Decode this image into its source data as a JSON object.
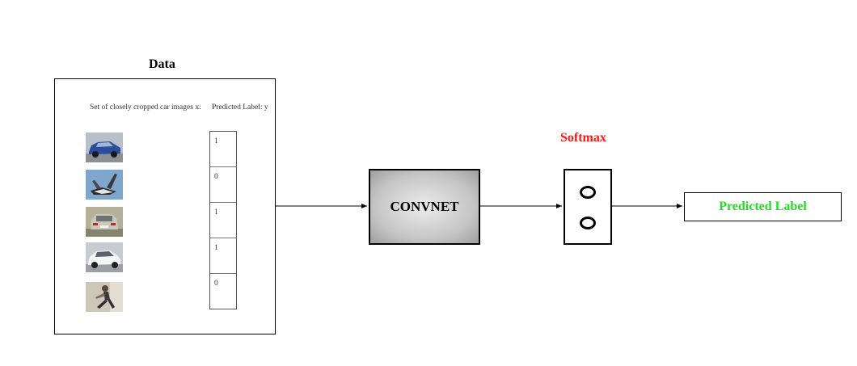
{
  "data_section": {
    "title": "Data",
    "x_label": "Set of closely cropped car images x:",
    "y_label": "Predicted Label: y",
    "samples": [
      {
        "image": "blue-car-photo",
        "label": "1"
      },
      {
        "image": "airplane-photo",
        "label": "0"
      },
      {
        "image": "car-rear-photo",
        "label": "1"
      },
      {
        "image": "white-car-photo",
        "label": "1"
      },
      {
        "image": "person-photo",
        "label": "0"
      }
    ]
  },
  "model": {
    "label": "CONVNET"
  },
  "softmax": {
    "title": "Softmax",
    "title_color": "#ff1a1a"
  },
  "output": {
    "label": "Predicted Label",
    "color": "#22dd22"
  }
}
